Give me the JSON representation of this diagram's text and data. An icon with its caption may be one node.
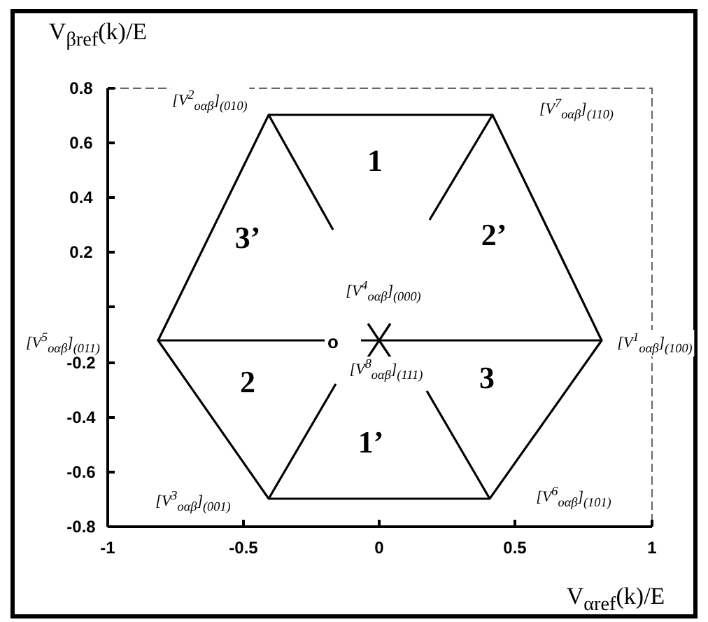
{
  "diagram": {
    "labels": [
      "V$_{βref}$(k)/E",
      "0.8",
      "[V$^{2}$$_{oαβ}$]$_{(010)}$",
      "[V$^{7}$$_{oαβ}$]$_{(110)}$",
      "0.6",
      "1",
      "0.4",
      "3’",
      "2’",
      "[V$^{4}$$_{oαβ}$]$_{(000)}$",
      "0.2",
      "[V$^{5}$$_{oαβ}$]$_{(011)}$",
      "o",
      "[V$^{1}$$_{oαβ}$]$_{(100)}$",
      "-0.2",
      "[V$^{8}$$_{oαβ}$]$_{(111)}$",
      "2",
      "3",
      "-0.4",
      "1’",
      "-0.6",
      "[V$^{3}$$_{oαβ}$]$_{(001)}$",
      "[V$^{6}$$_{oαβ}$]$_{(101)}$",
      "-0.8",
      "-1",
      "-0.5",
      "0",
      "0.5",
      "1",
      "V$_{αref}$(k)/E"
    ]
  }
}
